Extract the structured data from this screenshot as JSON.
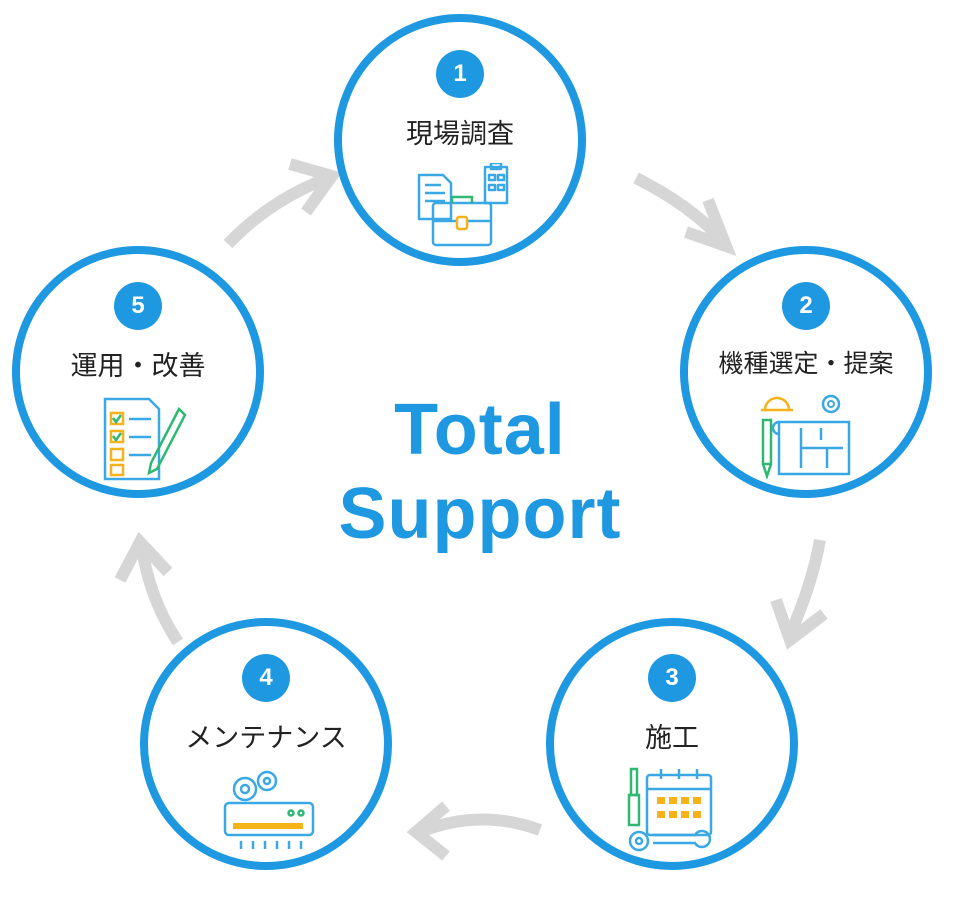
{
  "center": {
    "line1": "Total",
    "line2": "Support"
  },
  "steps": [
    {
      "number": "1",
      "label": "現場調査",
      "icon": "survey-briefcase-icon"
    },
    {
      "number": "2",
      "label": "機種選定・提案",
      "icon": "blueprint-helmet-icon"
    },
    {
      "number": "3",
      "label": "施工",
      "icon": "calendar-tools-icon"
    },
    {
      "number": "4",
      "label": "メンテナンス",
      "icon": "aircon-gears-icon"
    },
    {
      "number": "5",
      "label": "運用・改善",
      "icon": "checklist-pencil-icon"
    }
  ],
  "colors": {
    "accent": "#1d98e1",
    "arrow": "#d6d6d6",
    "icon_blue": "#3aa8e4",
    "icon_green": "#2eb872",
    "icon_yellow": "#f5b21b",
    "text": "#222222"
  }
}
